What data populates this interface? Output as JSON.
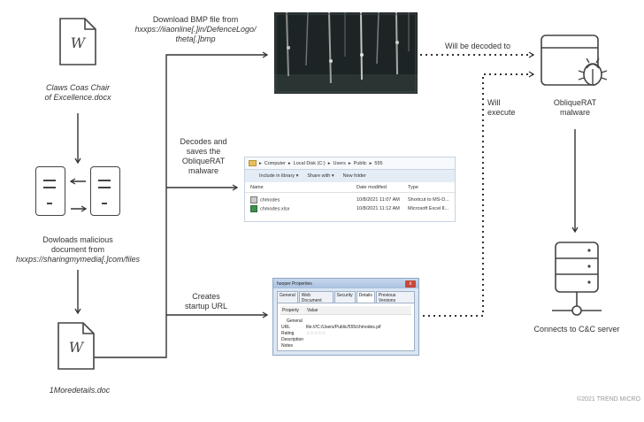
{
  "docs": {
    "doc1": {
      "letter": "W",
      "caption_line1": "Claws Coas Chair",
      "caption_line2": "of Excellence.docx"
    },
    "doc2": {
      "letter": "W",
      "caption": "1Moredetails.doc"
    }
  },
  "servers": {
    "caption_line1": "Dowloads malicious",
    "caption_line2": "document from",
    "caption_line3": "hxxps://sharingmymedia[.]com/files"
  },
  "steps": {
    "download": {
      "line1": "Download BMP file from",
      "line2": "hxxps://iiaonline[.]in/DefenceLogo/",
      "line3": "theta[.]bmp"
    },
    "decodes": {
      "line1": "Decodes and",
      "line2": "saves the",
      "line3": "ObliqueRAT",
      "line4": "malware"
    },
    "creates": {
      "line1": "Creates",
      "line2": "startup URL"
    },
    "decoded_to": "Will be decoded to",
    "will_execute_1": "Will",
    "will_execute_2": "execute"
  },
  "malware": {
    "caption_line1": "ObliqueRAT",
    "caption_line2": "malware",
    "icon": "bug-window-icon"
  },
  "cnc": {
    "caption": "Connects to C&C server",
    "icon": "server-network-icon"
  },
  "explorer": {
    "breadcrumb": [
      "Computer",
      "Local Disk (C:)",
      "Users",
      "Public",
      "555"
    ],
    "toolbar": [
      "Include in library ▾",
      "Share with ▾",
      "New folder"
    ],
    "columns": [
      "Name",
      "Date modified",
      "Type"
    ],
    "rows": [
      {
        "name": "chmodes",
        "date": "10/8/2021 11:07 AM",
        "type": "Shortcut to MS-D..."
      },
      {
        "name": "chmodes.xlsx",
        "date": "10/8/2021 11:12 AM",
        "type": "Microsoft Excel Ⅱ..."
      }
    ]
  },
  "props": {
    "title": "hooper Properties",
    "close": "x",
    "tabs": [
      "General",
      "Web Document",
      "Security",
      "Details",
      "Previous Versions"
    ],
    "header": [
      "Property",
      "Value"
    ],
    "group": "General",
    "rows": [
      {
        "k": "URL",
        "v": "file:///C:/Users/Public/555/chmodes.pif"
      },
      {
        "k": "Rating",
        "v": "☆☆☆☆☆"
      },
      {
        "k": "Description",
        "v": ""
      },
      {
        "k": "Notes",
        "v": ""
      }
    ]
  },
  "copyright": "©2021 TREND MICRO",
  "colors": {
    "line": "#333333",
    "icon": "#444444"
  }
}
